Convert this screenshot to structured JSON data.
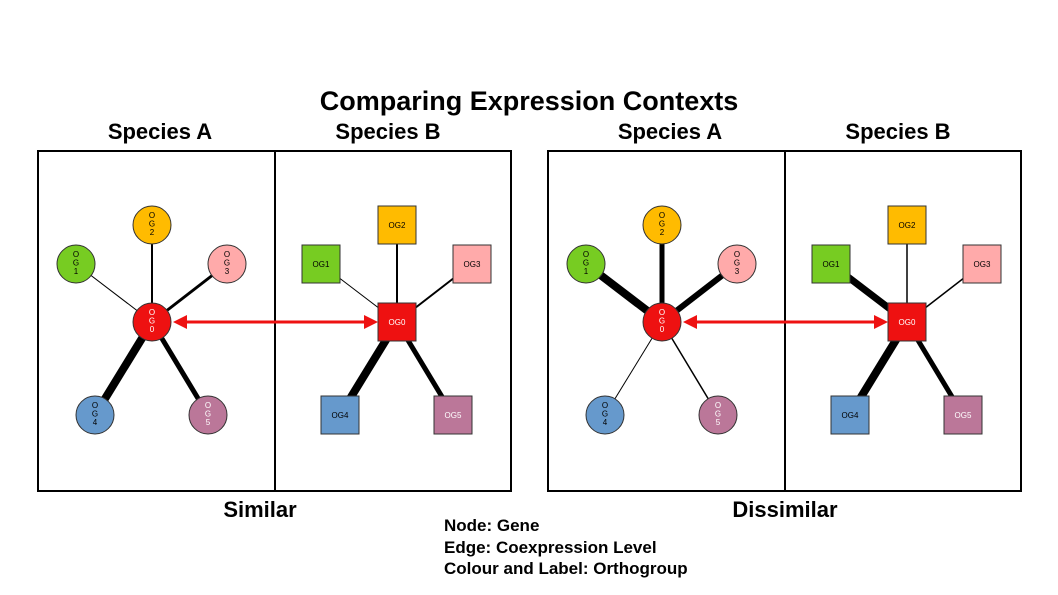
{
  "title": "Comparing Expression Contexts",
  "legend": [
    "Node: Gene",
    "Edge: Coexpression Level",
    "Colour and Label: Orthogroup"
  ],
  "orthogroups": [
    {
      "label": "OG0",
      "color": "#ee1111",
      "text_color": "#ffffff"
    },
    {
      "label": "OG1",
      "color": "#77cc22",
      "text_color": "#000000"
    },
    {
      "label": "OG2",
      "color": "#ffbb00",
      "text_color": "#000000"
    },
    {
      "label": "OG3",
      "color": "#ffaaaa",
      "text_color": "#000000"
    },
    {
      "label": "OG4",
      "color": "#6699cc",
      "text_color": "#000000"
    },
    {
      "label": "OG5",
      "color": "#bb7799",
      "text_color": "#ffffff"
    }
  ],
  "arrow_color": "#ee1111",
  "comparisons": [
    {
      "caption": "Similar",
      "species_a": {
        "label": "Species A",
        "node_shape": "circle",
        "edge_weights": {
          "OG1": 1,
          "OG2": 2,
          "OG3": 3,
          "OG4": 8,
          "OG5": 5
        }
      },
      "species_b": {
        "label": "Species B",
        "node_shape": "square",
        "edge_weights": {
          "OG1": 1,
          "OG2": 2,
          "OG3": 2,
          "OG4": 8,
          "OG5": 5
        }
      }
    },
    {
      "caption": "Dissimilar",
      "species_a": {
        "label": "Species A",
        "node_shape": "circle",
        "edge_weights": {
          "OG1": 8,
          "OG2": 5,
          "OG3": 6,
          "OG4": 1,
          "OG5": 1.5
        }
      },
      "species_b": {
        "label": "Species B",
        "node_shape": "square",
        "edge_weights": {
          "OG1": 7,
          "OG2": 1.5,
          "OG3": 1.5,
          "OG4": 8,
          "OG5": 5
        }
      }
    }
  ]
}
